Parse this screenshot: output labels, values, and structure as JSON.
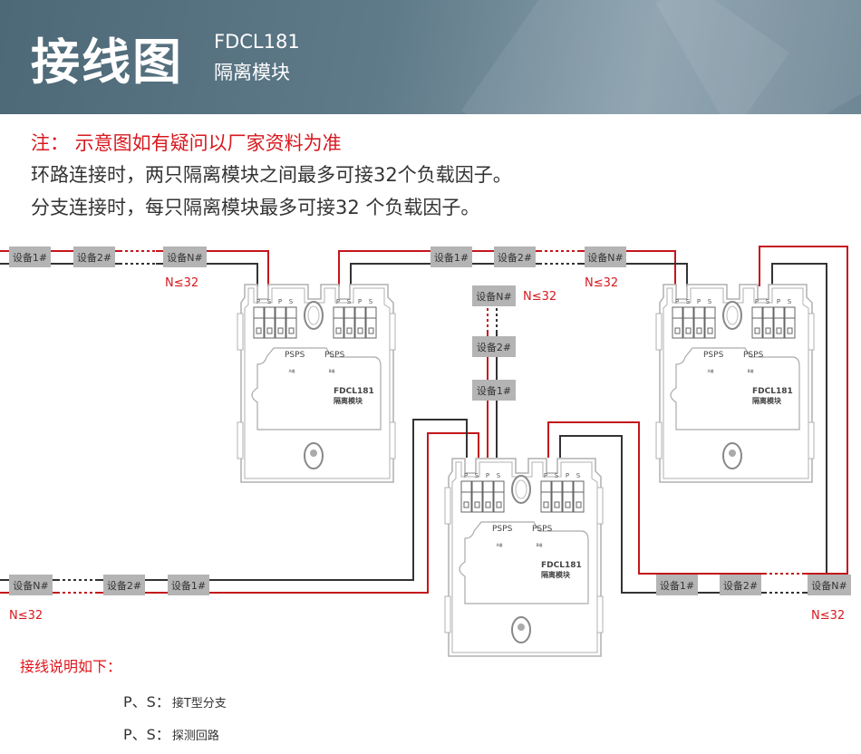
{
  "header": {
    "title": "接线图",
    "model": "FDCL181",
    "subtitle": "隔离模块"
  },
  "notes": {
    "caution": "注：  示意图如有疑问以厂家资料为准",
    "loop": "环路连接时，两只隔离模块之间最多可接32个负载因子。",
    "branch": "分支连接时，每只隔离模块最多可接32 个负载因子。"
  },
  "diagram": {
    "module_label_model": "FDCL181",
    "module_label_name": "隔离模块",
    "terminal_labels": [
      "P",
      "S",
      "P",
      "S"
    ],
    "port_label": "PSPS",
    "port_a": "A端",
    "port_b": "B端",
    "limit": "N≤32",
    "top_left_chain": [
      "设备1#",
      "设备2#",
      "设备N#"
    ],
    "top_mid_chain": [
      "设备1#",
      "设备2#",
      "设备N#"
    ],
    "vertical_chain": [
      "设备N#",
      "设备2#",
      "设备1#"
    ],
    "bottom_left_chain": [
      "设备N#",
      "设备2#",
      "设备1#"
    ],
    "bottom_right_chain": [
      "设备1#",
      "设备2#",
      "设备N#"
    ],
    "colors": {
      "red_wire": "#c4161c",
      "black_wire": "#333333",
      "device_box": "#b4b4b4",
      "module_outline": "#b0b0b0"
    }
  },
  "legend": {
    "title": "接线说明如下：",
    "rows": [
      {
        "key": "P、S：",
        "desc": "接T型分支"
      },
      {
        "key": "P、S：",
        "desc": "探测回路"
      }
    ]
  }
}
